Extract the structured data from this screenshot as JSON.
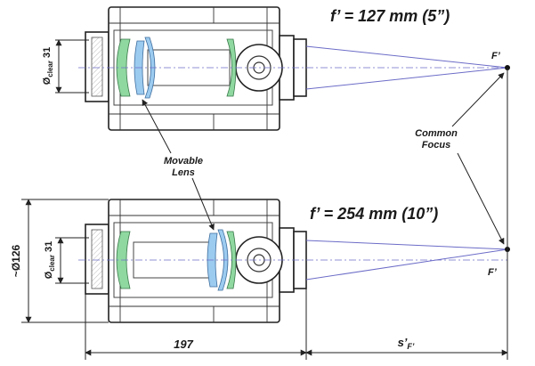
{
  "top_config": {
    "title": "f’ = 127 mm (5”)",
    "aperture_prefix": "Ø",
    "aperture_sub": "clear",
    "aperture_value": "31",
    "focus_label": "F’"
  },
  "bottom_config": {
    "title": "f’ = 254 mm (10”)",
    "aperture_prefix": "Ø",
    "aperture_sub": "clear",
    "aperture_value": "31",
    "focus_label": "F’"
  },
  "callouts": {
    "movable_lens_line1": "Movable",
    "movable_lens_line2": "Lens",
    "common_focus_line1": "Common",
    "common_focus_line2": "Focus"
  },
  "dimensions": {
    "outer_diameter": "~Ø126",
    "body_length": "197",
    "back_focal_main": "s’",
    "back_focal_sub": "F’"
  },
  "colors": {
    "fixed_lens": "#8fd8a0",
    "movable_lens": "#9ccbf0",
    "rays": "#6c6cc8",
    "outline": "#222222"
  }
}
